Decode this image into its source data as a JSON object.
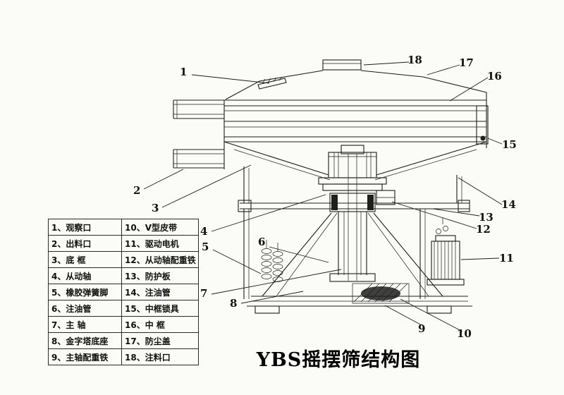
{
  "title": "YBS摇摆筛结构图",
  "legend": {
    "rows": [
      {
        "left": "1、观察口",
        "right": "10、V型皮带"
      },
      {
        "left": "2、出料口",
        "right": "11、驱动电机"
      },
      {
        "left": "3、底 框",
        "right": "12、从动轴配重铁"
      },
      {
        "left": "4、从动轴",
        "right": "13、防护板"
      },
      {
        "left": "5、橡胶弹簧脚",
        "right": "14、注油管"
      },
      {
        "left": "6、注油管",
        "right": "15、中框锁具"
      },
      {
        "left": "7、主 轴",
        "right": "16、中 框"
      },
      {
        "left": "8、金字塔底座",
        "right": "17、防尘盖"
      },
      {
        "left": "9、主轴配重铁",
        "right": "18、注料口"
      }
    ]
  },
  "callouts": [
    "1",
    "2",
    "3",
    "4",
    "5",
    "6",
    "7",
    "8",
    "9",
    "10",
    "11",
    "12",
    "13",
    "14",
    "15",
    "16",
    "17",
    "18"
  ],
  "colors": {
    "ink": "#1c1c1c",
    "paper": "#fbfbf8"
  }
}
